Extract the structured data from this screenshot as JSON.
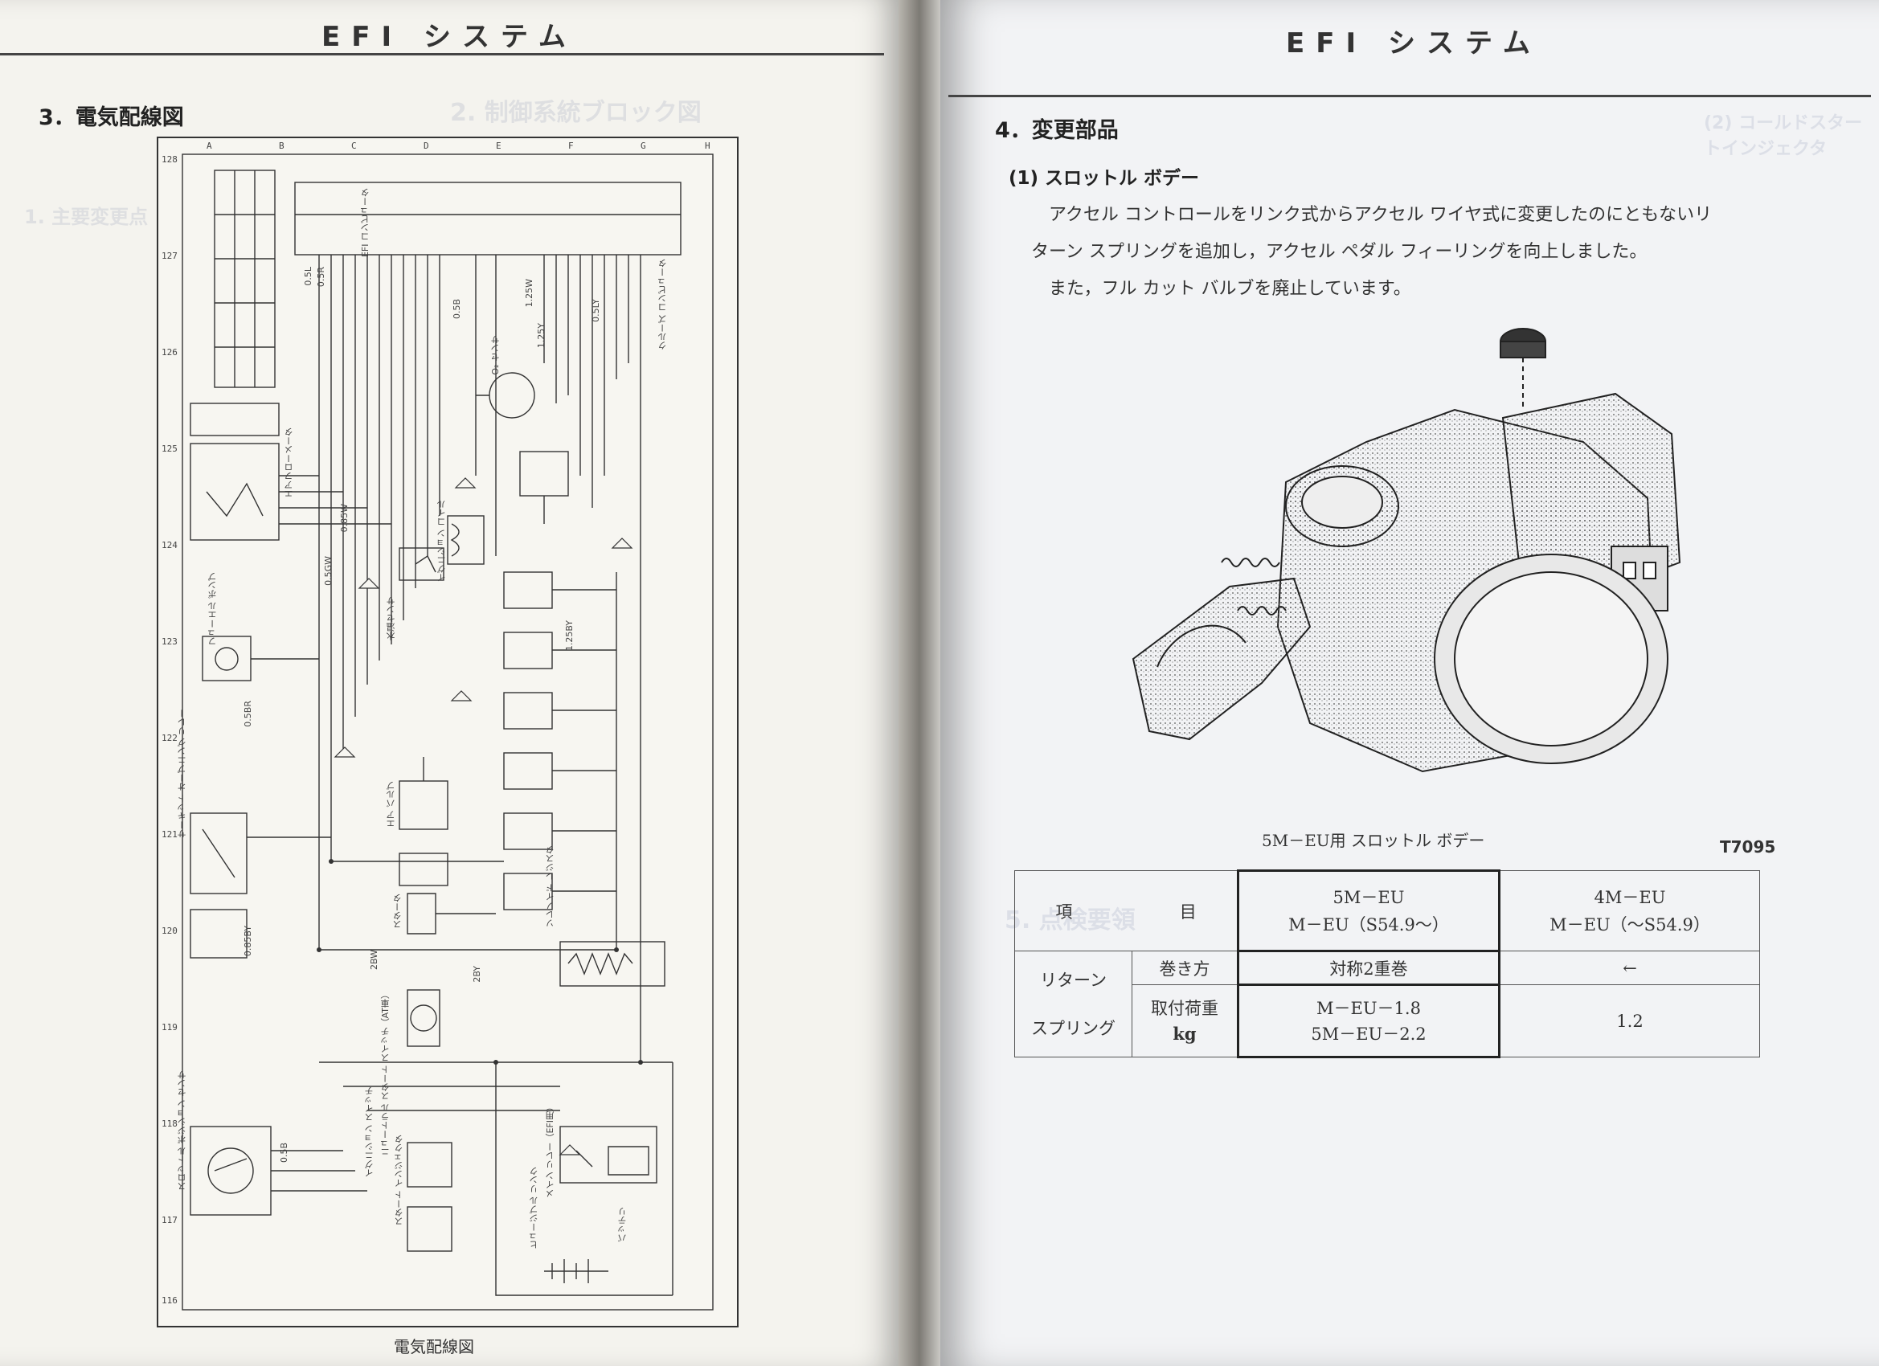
{
  "left_page": {
    "header": "EFI システム",
    "section_title": "3．電気配線図",
    "diagram": {
      "frame_top_letters": [
        "A",
        "B",
        "C",
        "D",
        "E",
        "F",
        "G",
        "H"
      ],
      "frame_numbers": [
        "128",
        "127",
        "126",
        "125",
        "124",
        "123",
        "122",
        "121",
        "120",
        "119",
        "118",
        "117",
        "116"
      ],
      "components": [
        "EFI コンピュータ",
        "エアフローメータ",
        "フューエル ポンプ",
        "サーキット オープニング リレー",
        "スロットル ポジション センサ",
        "O₂ センサ",
        "イグニション コイル",
        "エア バルブ",
        "スタータ",
        "スタート インジェクタ",
        "ソレノイド レジスタ",
        "メイン リレー（EFI用）",
        "ヒュージブル リンク",
        "バッテリ",
        "ニュートラル スタート スイッチ（AT車）",
        "イグニション スイッチ",
        "水温センサ",
        "クルーズ コンピュータ"
      ],
      "wire_codes": [
        "0.5L",
        "0.5R",
        "0.5B",
        "1.25W",
        "0.5GW",
        "1.25Y",
        "0.5BR",
        "0.85W",
        "1.25BY",
        "0.5LY",
        "2BY",
        "0.85BY",
        "0.5B",
        "2BW"
      ],
      "caption": "電気配線図"
    }
  },
  "right_page": {
    "header": "EFI システム",
    "section_title": "4．変更部品",
    "subsection_title": "(1)  スロットル ボデー",
    "paragraph": [
      "アクセル コントロールをリンク式からアクセル ワイヤ式に変更したのにともないリ",
      "ターン スプリングを追加し，アクセル ペダル フィーリングを向上しました。",
      "また，フル カット バルブを廃止しています。"
    ],
    "figure_caption": "5M－EU用 スロットル ボデー",
    "figure_code": "T7095",
    "table": {
      "header": {
        "item": "項",
        "item2": "目",
        "col1_line1": "5M－EU",
        "col1_line2": "M－EU（S54.9～）",
        "col2_line1": "4M－EU",
        "col2_line2": "M－EU（～S54.9）"
      },
      "group_label_1": "リターン",
      "group_label_2": "スプリング",
      "rows": [
        {
          "label": "巻き方",
          "col1": "対称2重巻",
          "col2": "←"
        },
        {
          "label": "取付荷重",
          "unit": "kg",
          "col1_line1": "M－EU－1.8",
          "col1_line2": "5M－EU－2.2",
          "col2": "1.2"
        }
      ]
    }
  }
}
